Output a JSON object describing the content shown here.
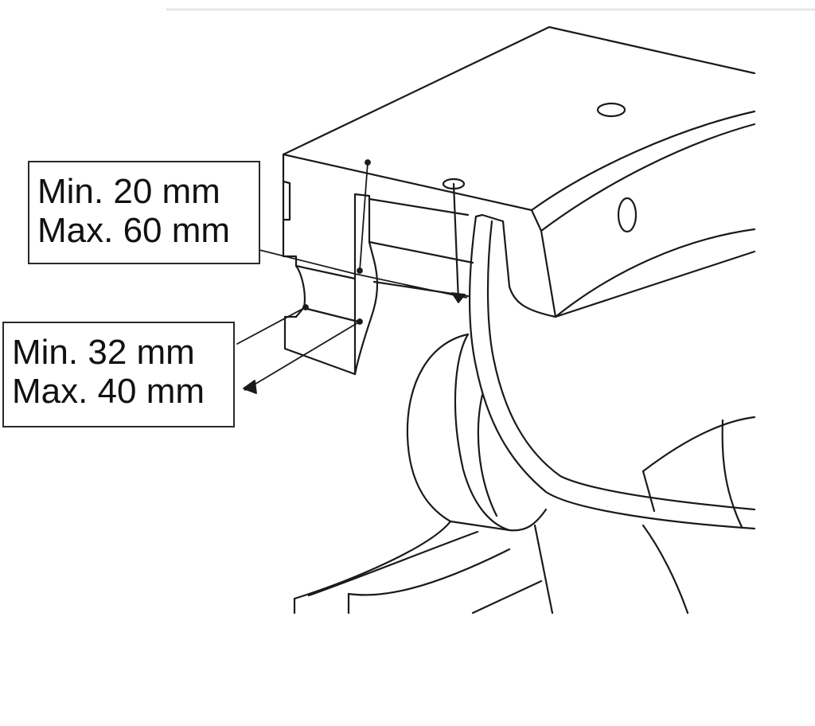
{
  "callouts": {
    "upper": {
      "line1": "Min. 20 mm",
      "line2": "Max. 60 mm"
    },
    "lower": {
      "line1": "Min. 32 mm",
      "line2": "Max. 40 mm"
    }
  },
  "colors": {
    "line": "#1a1a1a",
    "background": "#ffffff"
  }
}
